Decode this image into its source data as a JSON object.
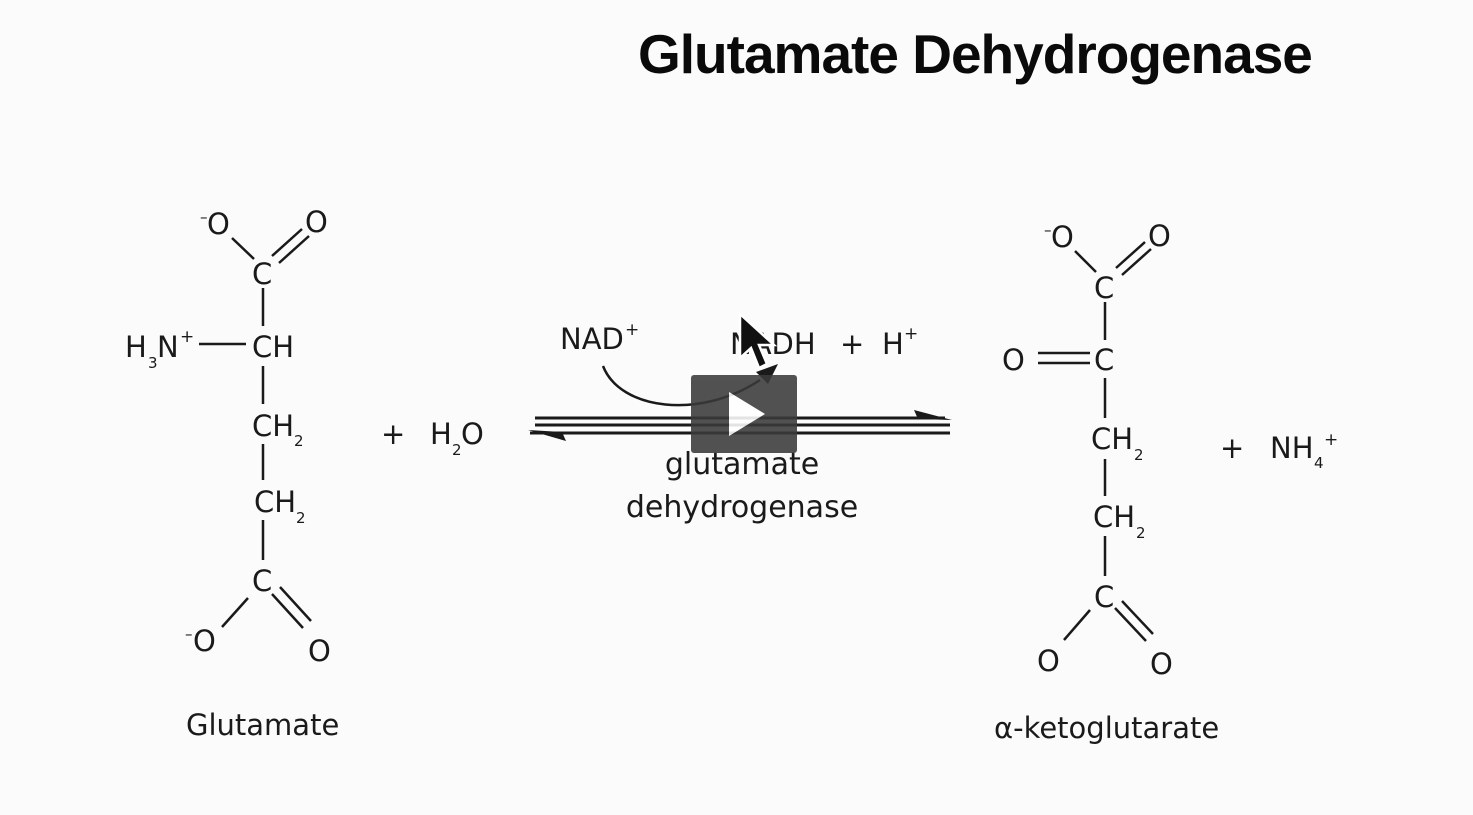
{
  "title": "Glutamate Dehydrogenase",
  "reactant": {
    "name": "Glutamate",
    "top_o_minus": "O",
    "top_o": "O",
    "carbon_1": "C",
    "amine": "H",
    "amine_sub": "3",
    "amine_n": "N",
    "amine_charge": "+",
    "ch": "CH",
    "ch2_a": "CH",
    "ch2_b": "CH",
    "sub_2": "2",
    "carbon_5": "C",
    "bottom_o_minus": "O",
    "bottom_o": "O",
    "minus": "–"
  },
  "plus_1": "+",
  "water": {
    "h": "H",
    "sub": "2",
    "o": "O"
  },
  "cofactor_in": {
    "text": "NAD",
    "charge": "+"
  },
  "cofactor_out": "NADH",
  "plus_cof": "+",
  "proton": {
    "text": "H",
    "charge": "+"
  },
  "enzyme": {
    "line1": "glutamate",
    "line2": "dehydrogenase"
  },
  "product": {
    "name": "α-ketoglutarate",
    "top_o_minus": "O",
    "top_o": "O",
    "carbon_1": "C",
    "keto_o": "O",
    "carbon_2": "C",
    "ch2_a": "CH",
    "ch2_b": "CH",
    "sub_2": "2",
    "carbon_5": "C",
    "bottom_o_left": "O",
    "bottom_o_right": "O",
    "minus": "–"
  },
  "plus_2": "+",
  "ammonium": {
    "text": "NH",
    "sub": "4",
    "charge": "+"
  },
  "colors": {
    "background": "#fbfbfb",
    "ink": "#1a1a1a",
    "play_button": "#3a3a3a"
  },
  "icons": {
    "play": "play-icon",
    "cursor": "mouse-pointer-icon"
  }
}
